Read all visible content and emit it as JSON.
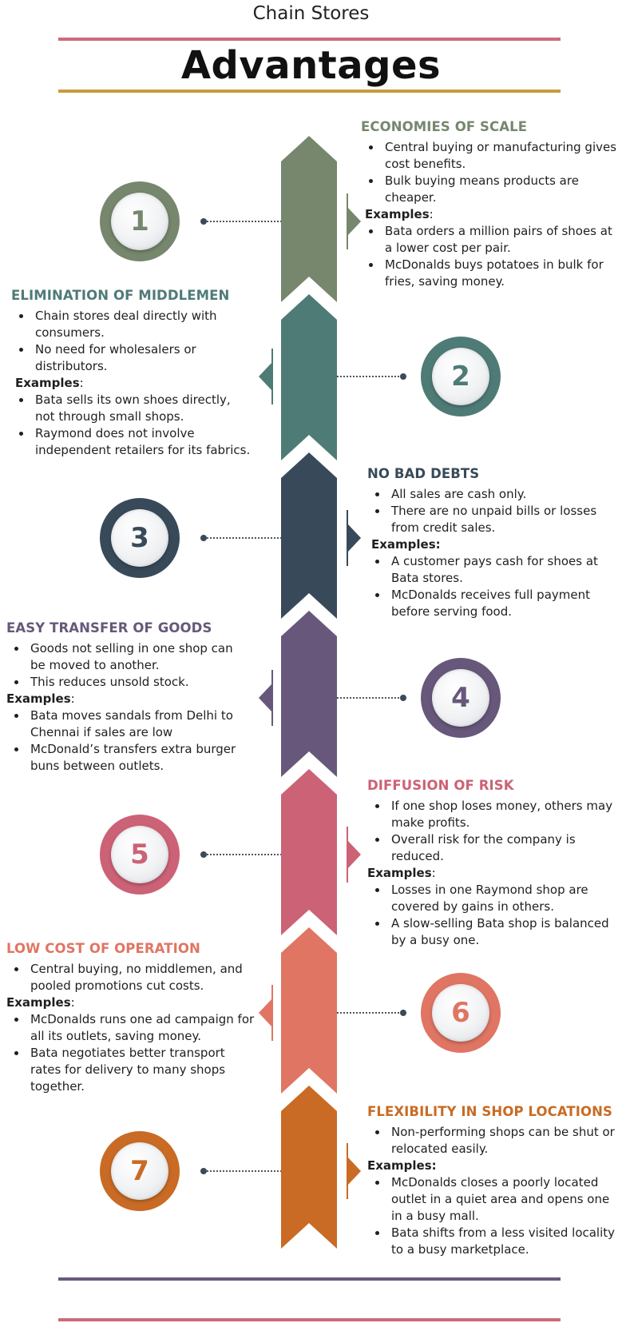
{
  "header": {
    "subtitle": "Chain Stores",
    "title": "Advantages"
  },
  "colors": {
    "rule_top_1": "#cc6a7c",
    "rule_top_2": "#c79b3b",
    "rule_bottom_1": "#6a5a7e",
    "rule_bottom_2": "#cc6a7c",
    "dot": "#3a4a5a"
  },
  "items": [
    {
      "number": "1",
      "color": "#76876d",
      "heading": "ECONOMIES OF SCALE",
      "points": [
        "Central buying or manufacturing gives cost benefits.",
        "Bulk buying means products are cheaper."
      ],
      "examples_label": "Examples",
      "examples_suffix": ":",
      "examples": [
        "Bata orders a million pairs of shoes at a lower cost per pair.",
        "McDonalds buys potatoes in bulk for fries, saving money."
      ]
    },
    {
      "number": "2",
      "color": "#4f7b76",
      "heading": "ELIMINATION OF MIDDLEMEN",
      "points": [
        "Chain stores deal directly with consumers.",
        "No need for wholesalers or distributors."
      ],
      "examples_label": "Examples",
      "examples_suffix": ":",
      "examples": [
        "Bata sells its own shoes directly, not through small shops.",
        "Raymond does not involve independent retailers for its fabrics."
      ]
    },
    {
      "number": "3",
      "color": "#384a5a",
      "heading": "NO BAD DEBTS",
      "points": [
        "All sales are cash only.",
        "There are no unpaid bills or losses from credit sales."
      ],
      "examples_label": "Examples:",
      "examples_suffix": "",
      "examples": [
        "A customer pays cash for shoes at Bata stores.",
        "McDonalds receives full payment before serving food."
      ]
    },
    {
      "number": "4",
      "color": "#67587b",
      "heading": "EASY TRANSFER OF GOODS",
      "points": [
        "Goods not selling in one shop can be moved to another.",
        "This reduces unsold stock."
      ],
      "examples_label": "Examples",
      "examples_suffix": ":",
      "examples": [
        "Bata moves sandals from Delhi to Chennai if sales are low",
        "McDonald’s transfers extra burger buns between outlets."
      ]
    },
    {
      "number": "5",
      "color": "#cc6276",
      "heading": "DIFFUSION OF RISK",
      "points": [
        "If one shop loses money, others may make profits.",
        "Overall risk for the company is reduced."
      ],
      "examples_label": "Examples",
      "examples_suffix": ":",
      "examples": [
        "Losses in one Raymond shop are covered by gains in others.",
        "A slow-selling Bata shop is balanced by a busy one."
      ]
    },
    {
      "number": "6",
      "color": "#e07563",
      "heading": "LOW COST OF OPERATION",
      "points": [
        "Central buying, no middlemen, and pooled promotions cut costs."
      ],
      "examples_label": "Examples",
      "examples_suffix": ":",
      "examples": [
        "McDonalds runs one ad campaign for all its outlets, saving money.",
        "Bata negotiates better transport rates for delivery to many shops together."
      ]
    },
    {
      "number": "7",
      "color": "#c96b24",
      "heading": "FLEXIBILITY IN SHOP LOCATIONS",
      "points": [
        "Non-performing shops can be shut or relocated easily."
      ],
      "examples_label": "Examples:",
      "examples_suffix": "",
      "examples": [
        "McDonalds closes a poorly located outlet in a quiet area and opens one in a busy mall.",
        "Bata shifts from a less visited locality to a busy marketplace."
      ]
    }
  ]
}
